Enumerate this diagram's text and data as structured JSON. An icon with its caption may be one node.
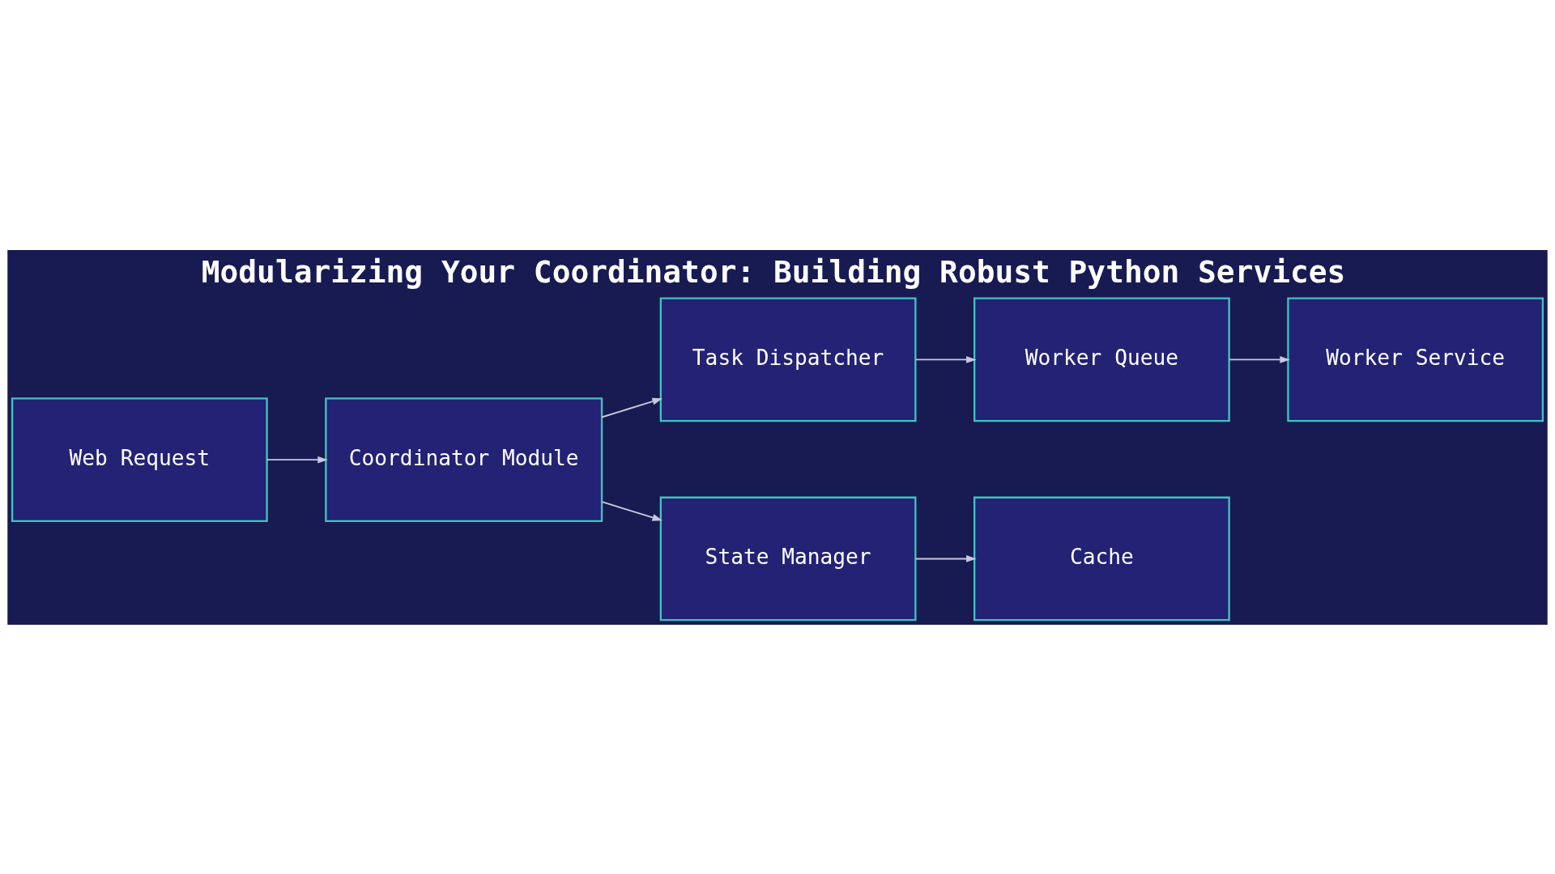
{
  "diagram": {
    "title": "Modularizing Your Coordinator: Building Robust Python Services",
    "nodes": [
      {
        "text": [
          "Web Request"
        ]
      },
      {
        "text": [
          "Coordinator Module"
        ]
      },
      {
        "text": [
          "Task Dispatcher"
        ]
      },
      {
        "text": [
          "Worker Queue"
        ]
      },
      {
        "text": [
          "Worker Service"
        ]
      },
      {
        "text": [
          "State Manager"
        ]
      },
      {
        "text": [
          "Cache"
        ]
      }
    ],
    "edges": [
      {
        "from": 0,
        "to": 1,
        "arrow": "to"
      },
      {
        "from": 1,
        "to": 2,
        "arrow": "to"
      },
      {
        "from": 1,
        "to": 5,
        "arrow": "to"
      },
      {
        "from": 2,
        "to": 3,
        "arrow": "to"
      },
      {
        "from": 3,
        "to": 4,
        "arrow": "to"
      },
      {
        "from": 5,
        "to": 6,
        "arrow": "to"
      }
    ]
  }
}
